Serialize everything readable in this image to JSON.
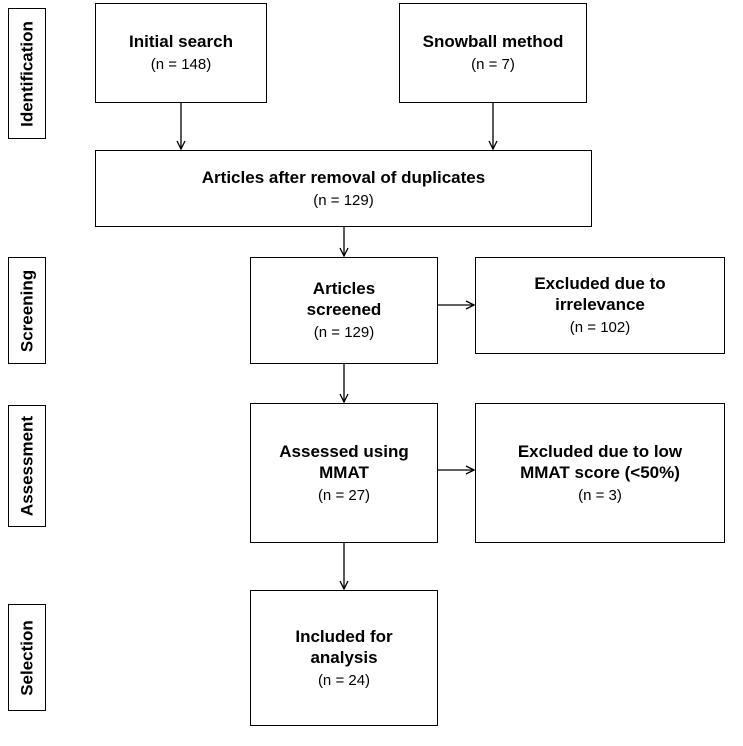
{
  "stages": {
    "identification": "Identification",
    "screening": "Screening",
    "assessment": "Assessment",
    "selection": "Selection"
  },
  "boxes": {
    "initial_search": {
      "title": "Initial search",
      "count": "(n = 148)"
    },
    "snowball_method": {
      "title": "Snowball method",
      "count": "(n = 7)"
    },
    "after_duplicates": {
      "title": "Articles after removal of duplicates",
      "count": "(n = 129)"
    },
    "screened": {
      "title": "Articles\nscreened",
      "count": "(n = 129)"
    },
    "excluded_irrelevance": {
      "title": "Excluded due to\nirrelevance",
      "count": "(n = 102)"
    },
    "assessed": {
      "title": "Assessed using\nMMAT",
      "count": "(n = 27)"
    },
    "excluded_low_score": {
      "title": "Excluded due to low\nMMAT score (<50%)",
      "count": "(n = 3)"
    },
    "included": {
      "title": "Included for\nanalysis",
      "count": "(n = 24)"
    }
  }
}
